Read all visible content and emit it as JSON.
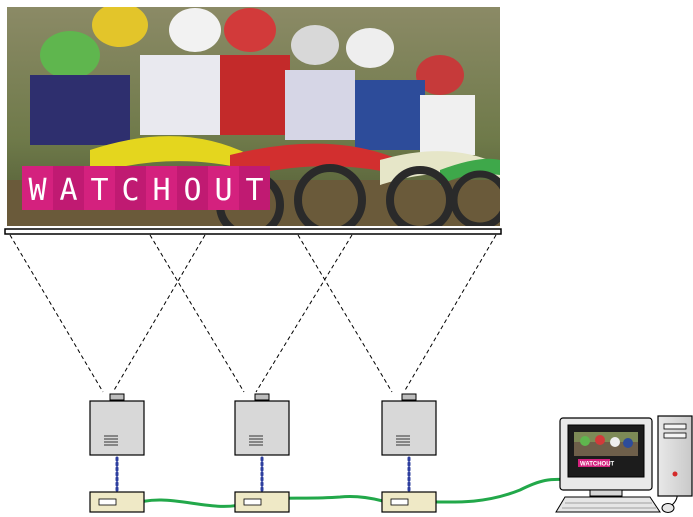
{
  "banner": {
    "logo_text": "WATCHOUT",
    "logo_letters": [
      "W",
      "A",
      "T",
      "C",
      "H",
      "O",
      "U",
      "T"
    ],
    "logo_color": "#d4217e",
    "logo_letter_color": "#ffffff"
  },
  "monitor": {
    "logo_text": "WATCHOUT"
  },
  "colors": {
    "network_cable": "#22a84a",
    "video_link": "#2e3f9f",
    "projector_body": "#d8d8d8",
    "screen_border": "#000000"
  },
  "icons": {
    "projector": "projector-icon",
    "display_server": "display-server-icon",
    "production_computer": "desktop-computer-icon",
    "mouse": "mouse-icon"
  },
  "diagram": {
    "projector_count": 3,
    "display_server_count": 3
  }
}
